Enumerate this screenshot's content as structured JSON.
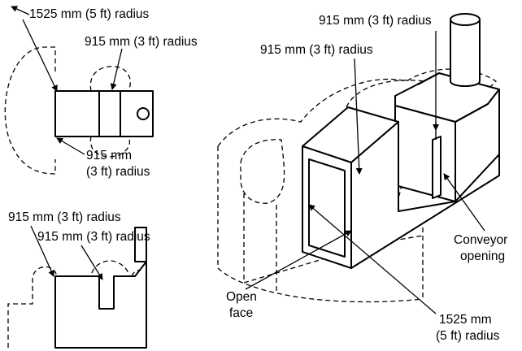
{
  "labels": {
    "top_left_outer": "1525 mm (5 ft) radius",
    "top_left_inner": "915 mm (3 ft) radius",
    "top_left_bottom_l1": "915 mm",
    "top_left_bottom_l2": "(3 ft) radius",
    "bottom_left_outer": "915 mm (3 ft) radius",
    "bottom_left_inner": "915 mm (3 ft) radius",
    "right_top": "915 mm (3 ft) radius",
    "right_upper": "915 mm (3 ft) radius",
    "conveyor_l1": "Conveyor",
    "conveyor_l2": "opening",
    "open_l1": "Open",
    "open_l2": "face",
    "right_bottom_l1": "1525 mm",
    "right_bottom_l2": "(5 ft) radius"
  }
}
